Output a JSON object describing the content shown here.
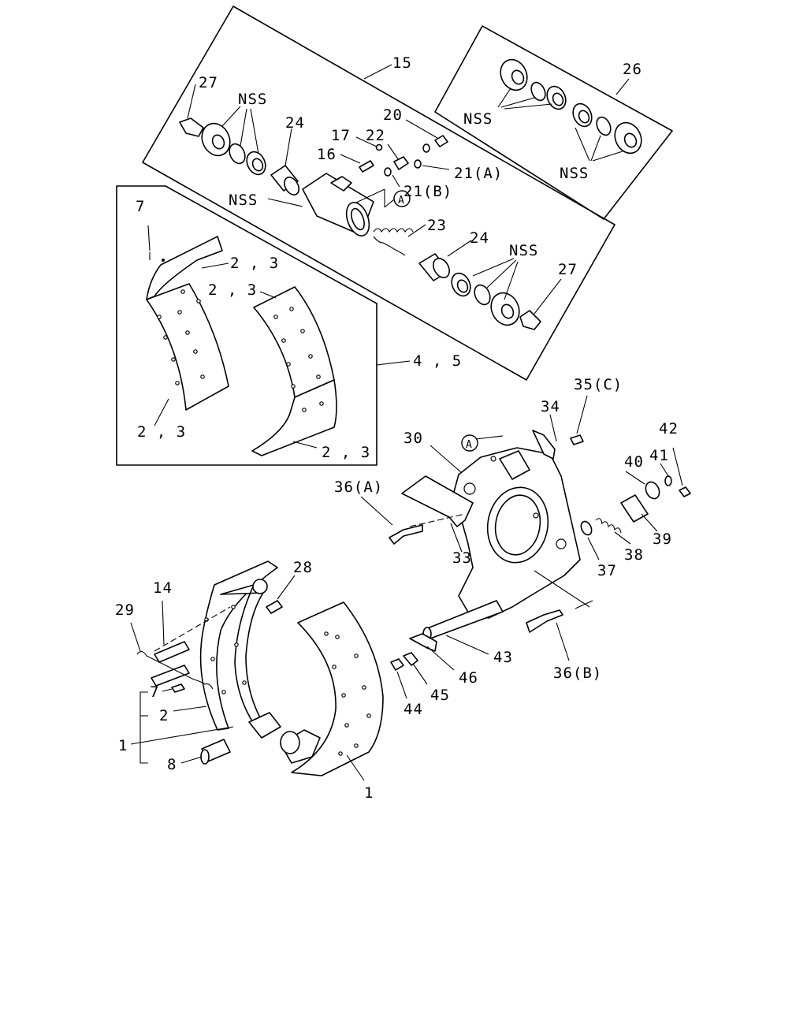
{
  "diagram": {
    "labels": {
      "l15": "15",
      "l26": "26",
      "l27a": "27",
      "l27b": "27",
      "nss1": "NSS",
      "nss2": "NSS",
      "nss3": "NSS",
      "nss4": "NSS",
      "nss5": "NSS",
      "l24a": "24",
      "l24b": "24",
      "l20": "20",
      "l17": "17",
      "l22": "22",
      "l16": "16",
      "l21a": "21(A)",
      "l21b": "21(B)",
      "l23": "23",
      "circA1": "A",
      "circA2": "A",
      "l7a": "7",
      "l23_1": "2 , 3",
      "l23_2": "2 , 3",
      "l23_3": "2 , 3",
      "l23_4": "2 , 3",
      "l45": "4 , 5",
      "l35c": "35(C)",
      "l34": "34",
      "l42": "42",
      "l30": "30",
      "l41": "41",
      "l40": "40",
      "l36a": "36(A)",
      "l39": "39",
      "l33": "33",
      "l38": "38",
      "l37": "37",
      "l28": "28",
      "l14": "14",
      "l29": "29",
      "l43": "43",
      "l7b": "7",
      "l2": "2",
      "l46": "46",
      "l36b": "36(B)",
      "l45b": "45",
      "l44": "44",
      "l1a": "1",
      "l8": "8",
      "l1b": "1"
    }
  }
}
